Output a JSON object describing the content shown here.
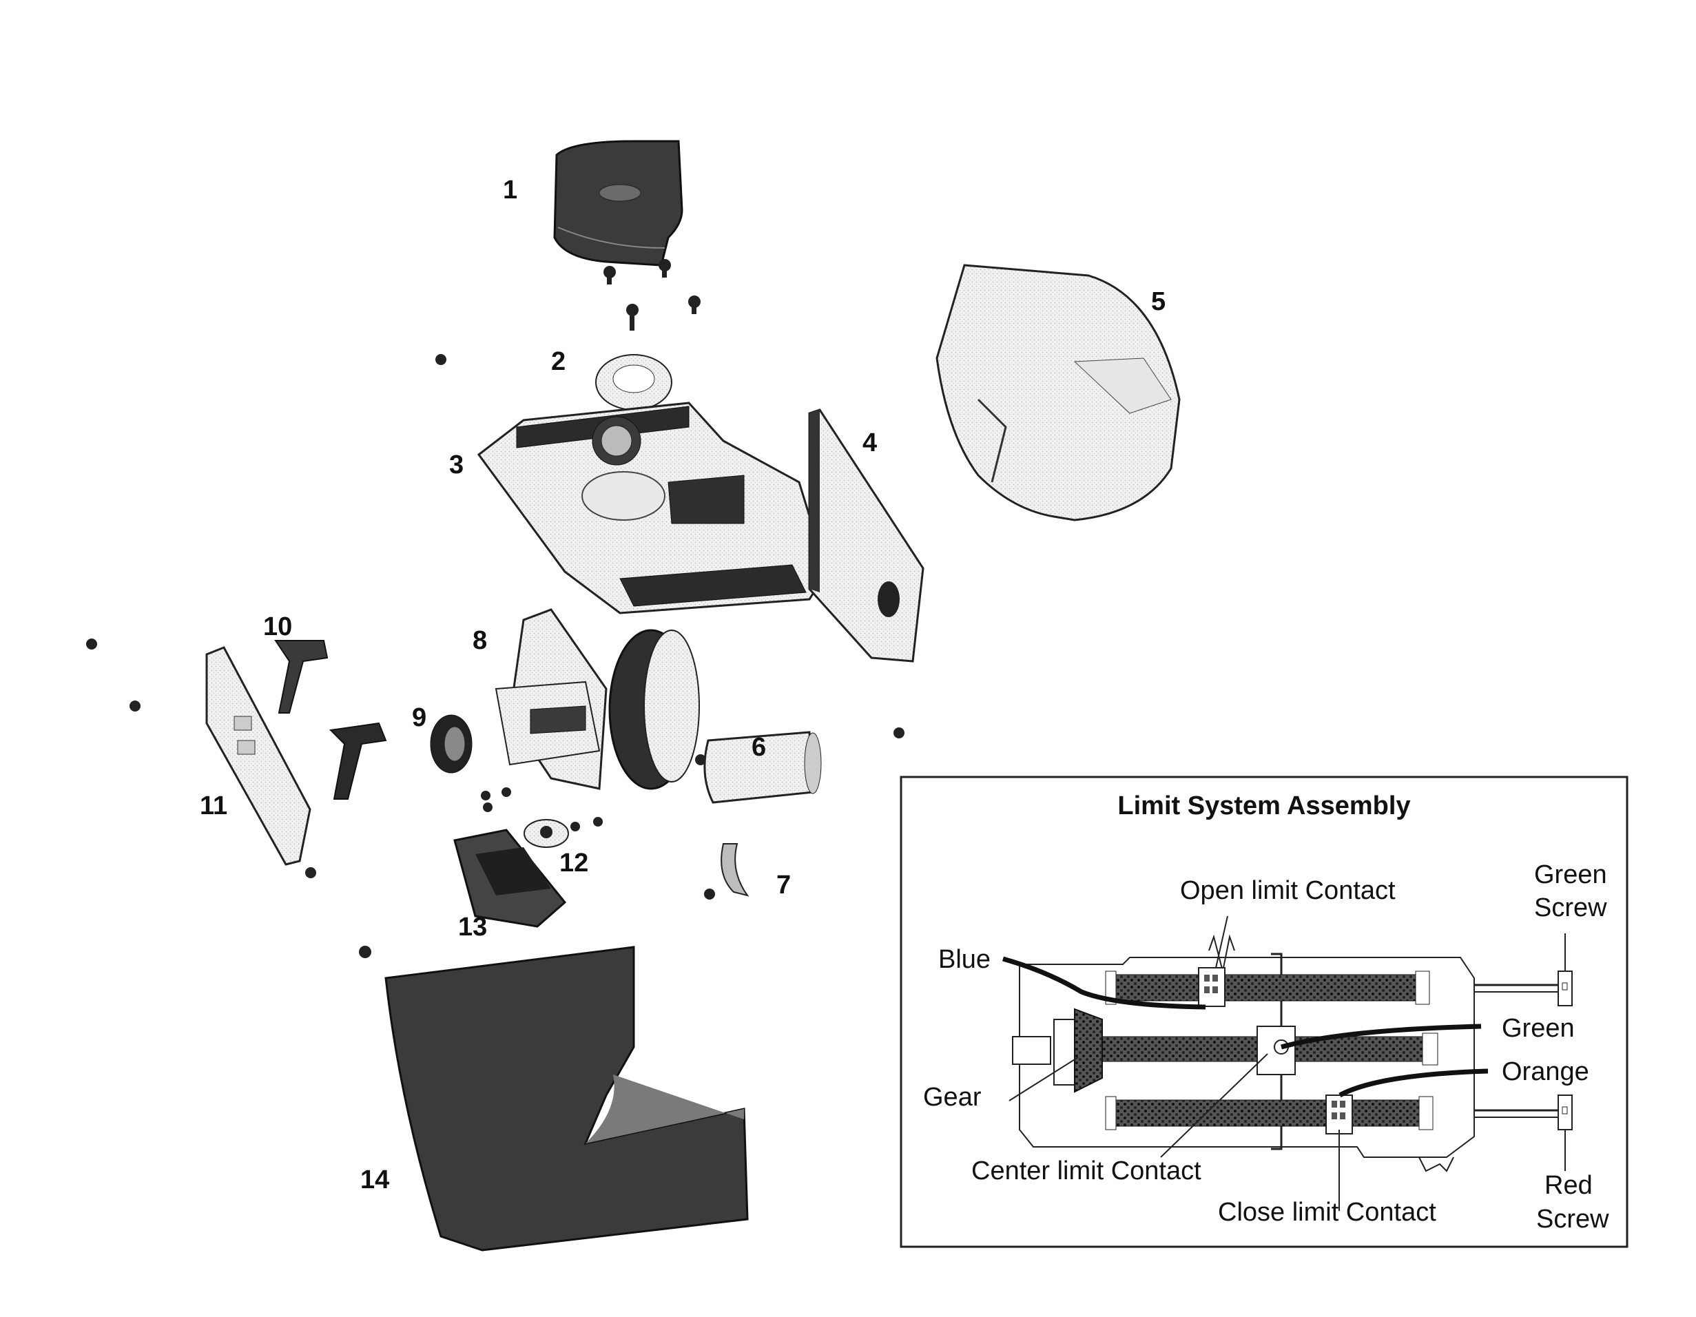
{
  "diagram": {
    "part_numbers": [
      "1",
      "2",
      "3",
      "4",
      "5",
      "6",
      "7",
      "8",
      "9",
      "10",
      "11",
      "12",
      "13",
      "14"
    ],
    "inset": {
      "title": "Limit System Assembly",
      "labels": {
        "open_limit_contact": "Open limit Contact",
        "green_screw_line1": "Green",
        "green_screw_line2": "Screw",
        "blue": "Blue",
        "green": "Green",
        "orange": "Orange",
        "gear": "Gear",
        "center_limit_contact": "Center limit Contact",
        "close_limit_contact": "Close limit Contact",
        "red_screw_line1": "Red",
        "red_screw_line2": "Screw"
      }
    }
  }
}
